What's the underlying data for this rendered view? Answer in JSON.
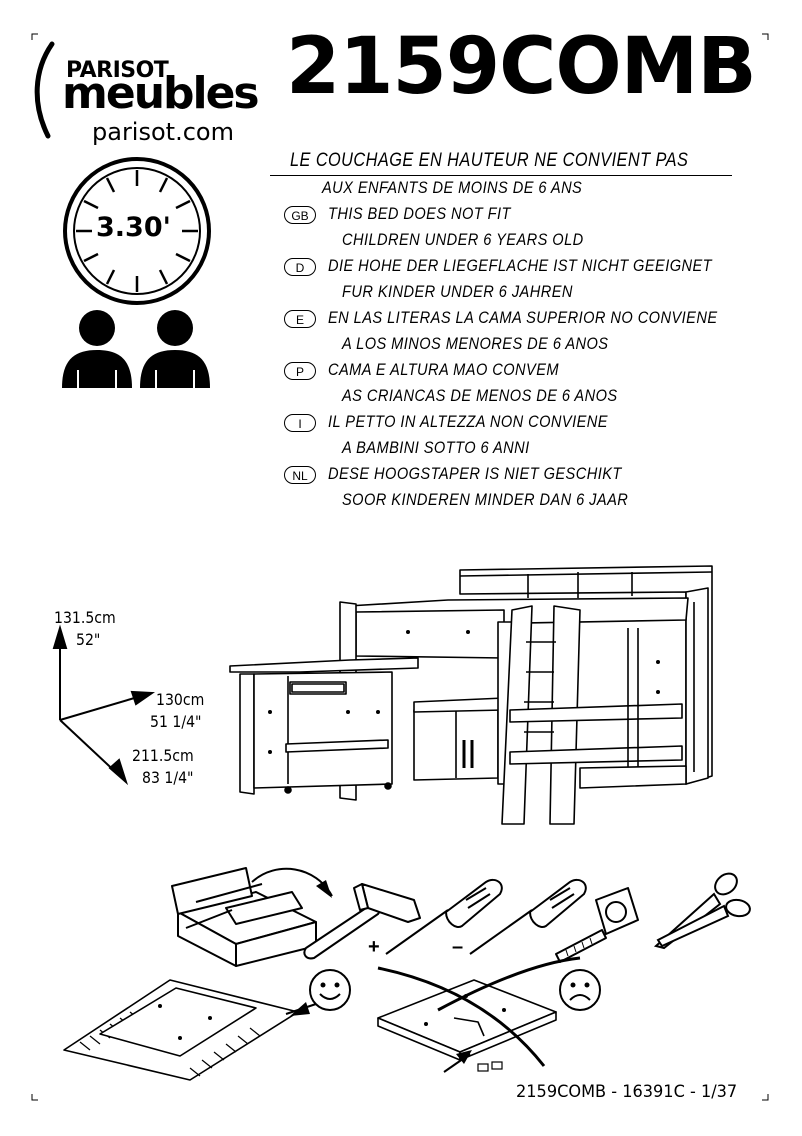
{
  "brand": {
    "line1": "PARISOT",
    "line2": "meubles",
    "website": "parisot.com"
  },
  "product_code": "2159COMB",
  "assembly_time": "3.30'",
  "persons_required": 2,
  "warnings": {
    "fr": {
      "line1": "LE COUCHAGE EN HAUTEUR NE CONVIENT PAS",
      "line2": "AUX ENFANTS DE MOINS DE 6 ANS"
    },
    "list": [
      {
        "code": "GB",
        "line1": "THIS BED DOES NOT FIT",
        "line2": "CHILDREN UNDER 6 YEARS OLD"
      },
      {
        "code": "D",
        "line1": "DIE HOHE DER LIEGEFLACHE IST NICHT GEEIGNET",
        "line2": "FUR KINDER UNDER 6 JAHREN"
      },
      {
        "code": "E",
        "line1": "EN LAS LITERAS LA CAMA SUPERIOR NO CONVIENE",
        "line2": "A LOS MINOS MENORES DE 6 ANOS"
      },
      {
        "code": "P",
        "line1": "CAMA E ALTURA MAO CONVEM",
        "line2": "AS CRIANCAS DE MENOS DE 6 ANOS"
      },
      {
        "code": "I",
        "line1": "IL PETTO IN ALTEZZA NON CONVIENE",
        "line2": "A BAMBINI SOTTO 6 ANNI"
      },
      {
        "code": "NL",
        "line1": "DESE HOOGSTAPER IS NIET GESCHIKT",
        "line2": "SOOR KINDEREN MINDER DAN 6 JAAR"
      }
    ]
  },
  "dimensions": {
    "height": {
      "metric": "131.5cm",
      "imperial": "52\""
    },
    "depth": {
      "metric": "130cm",
      "imperial": "51 1/4\""
    },
    "length": {
      "metric": "211.5cm",
      "imperial": "83 1/4\""
    }
  },
  "tools": [
    "toolbox-icon",
    "hammer-icon",
    "phillips-screwdriver-icon",
    "flat-screwdriver-icon",
    "tape-measure-icon",
    "scissors-icon"
  ],
  "tool_marks": {
    "phillips": "+",
    "flat": "–"
  },
  "footer": "2159COMB - 16391C - 1/37"
}
